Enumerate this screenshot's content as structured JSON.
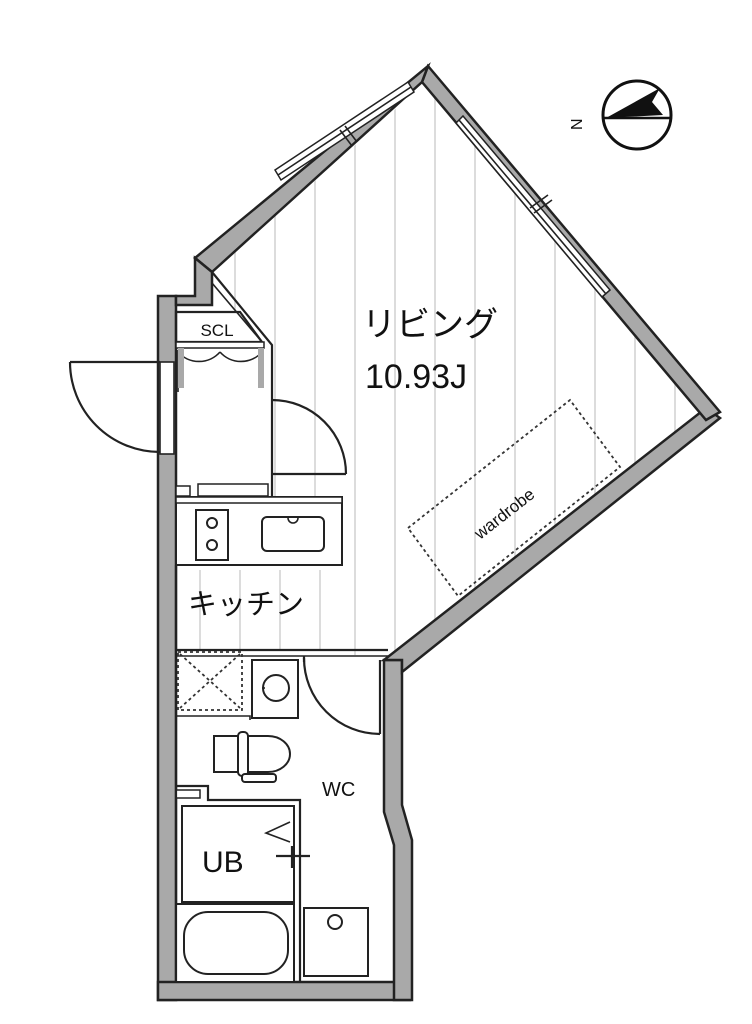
{
  "plan": {
    "rooms": {
      "living": {
        "name": "リビング",
        "area": "10.93J"
      },
      "kitchen": {
        "name": "キッチン"
      },
      "closet": {
        "name": "SCL"
      },
      "wardrobe": {
        "name": "wardrobe"
      },
      "toilet": {
        "name": "WC"
      },
      "bath": {
        "name": "UB"
      }
    },
    "compass": {
      "label": "N"
    }
  },
  "colors": {
    "wall_fill": "#a9a9a9",
    "line": "#222222",
    "floor_stripe": "#dcdcdc",
    "background": "#ffffff"
  }
}
